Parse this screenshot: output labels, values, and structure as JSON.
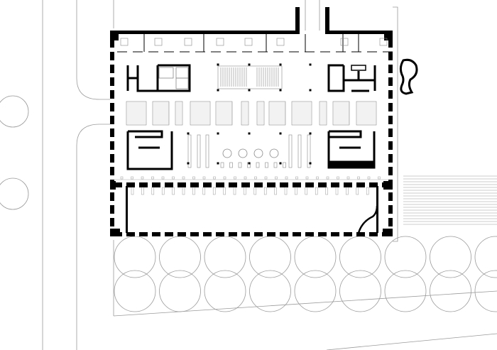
{
  "colors": {
    "background": "#ffffff",
    "wall": "#000000",
    "thin_line": "#9a9a9a",
    "furniture": "#8a8a8a"
  },
  "counts": {
    "street_trees_per_row": 9,
    "street_tree_rows": 2,
    "bookshelf_blocks": 12,
    "round_tables": 4
  }
}
